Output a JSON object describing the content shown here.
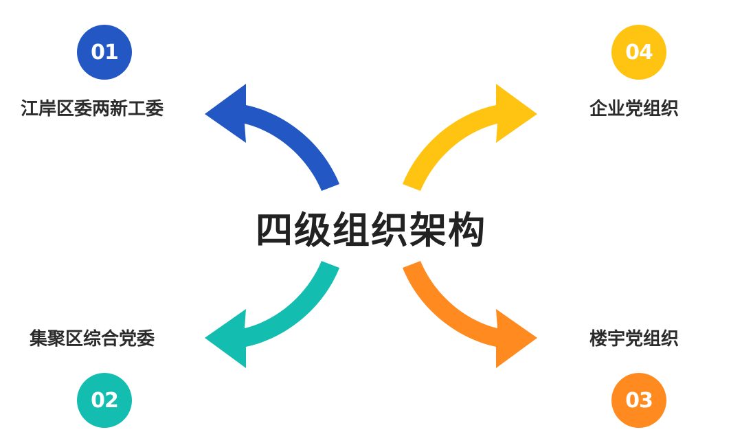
{
  "title": "四级组织架构",
  "colors": {
    "blue": "#2357C4",
    "teal": "#13BDB0",
    "orange": "#FF8A1F",
    "yellow": "#FFC312"
  },
  "nodes": [
    {
      "number": "01",
      "label": "江岸区委两新工委",
      "color": "#2357C4"
    },
    {
      "number": "02",
      "label": "集聚区综合党委",
      "color": "#13BDB0"
    },
    {
      "number": "03",
      "label": "楼宇党组织",
      "color": "#FF8A1F"
    },
    {
      "number": "04",
      "label": "企业党组织",
      "color": "#FFC312"
    }
  ]
}
